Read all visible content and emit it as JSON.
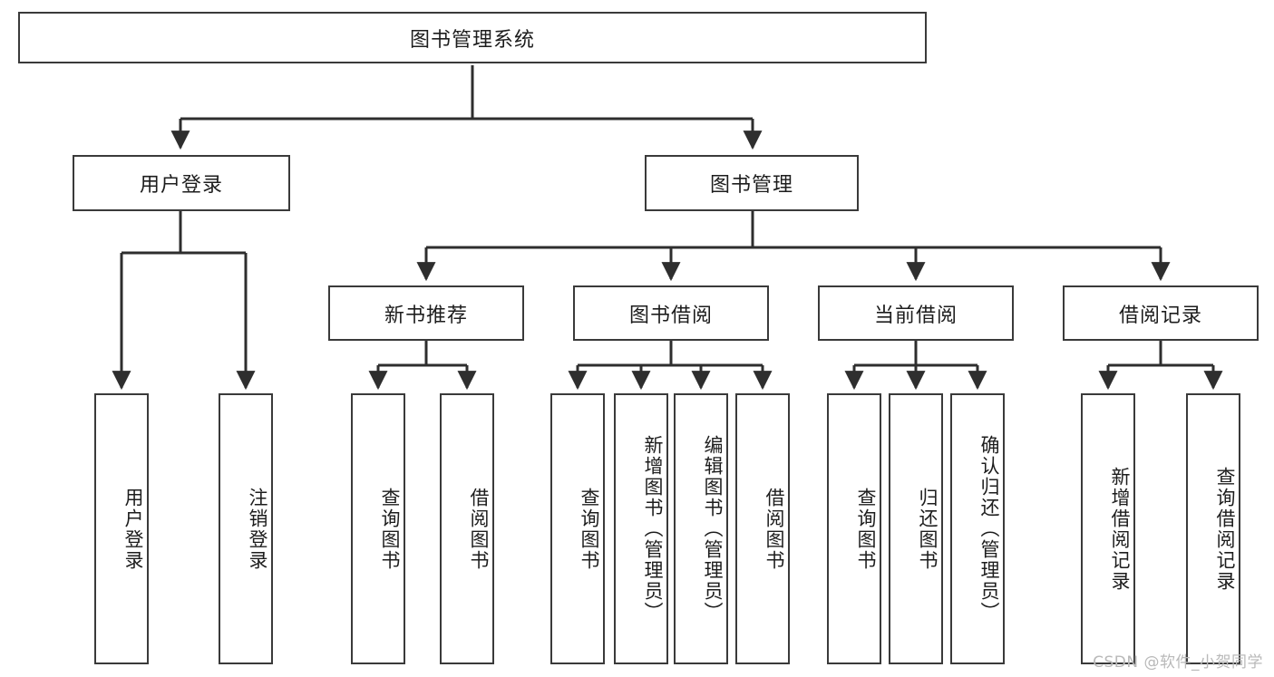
{
  "diagram": {
    "title": "图书管理系统",
    "watermark": "CSDN @软件_小贺同学",
    "colors": {
      "stroke": "#3a3a3a",
      "fill": "#ffffff",
      "text": "#1d1d1d",
      "watermark": "#b9b9b9",
      "background": "#ffffff"
    },
    "root": {
      "label": "图书管理系统"
    },
    "level2": [
      {
        "label": "用户登录"
      },
      {
        "label": "图书管理"
      }
    ],
    "level3": [
      {
        "label": "新书推荐"
      },
      {
        "label": "图书借阅"
      },
      {
        "label": "当前借阅"
      },
      {
        "label": "借阅记录"
      }
    ],
    "leaves": {
      "user_login": [
        {
          "label": "用户登录"
        },
        {
          "label": "注销登录"
        }
      ],
      "new_book_recommend": [
        {
          "label": "查询图书"
        },
        {
          "label": "借阅图书"
        }
      ],
      "book_borrow": [
        {
          "label": "查询图书"
        },
        {
          "label": "新增图书（管理员）"
        },
        {
          "label": "编辑图书（管理员）"
        },
        {
          "label": "借阅图书"
        }
      ],
      "current_borrow": [
        {
          "label": "查询图书"
        },
        {
          "label": "归还图书"
        },
        {
          "label": "确认归还（管理员）"
        }
      ],
      "borrow_record": [
        {
          "label": "新增借阅记录"
        },
        {
          "label": "查询借阅记录"
        }
      ]
    }
  }
}
